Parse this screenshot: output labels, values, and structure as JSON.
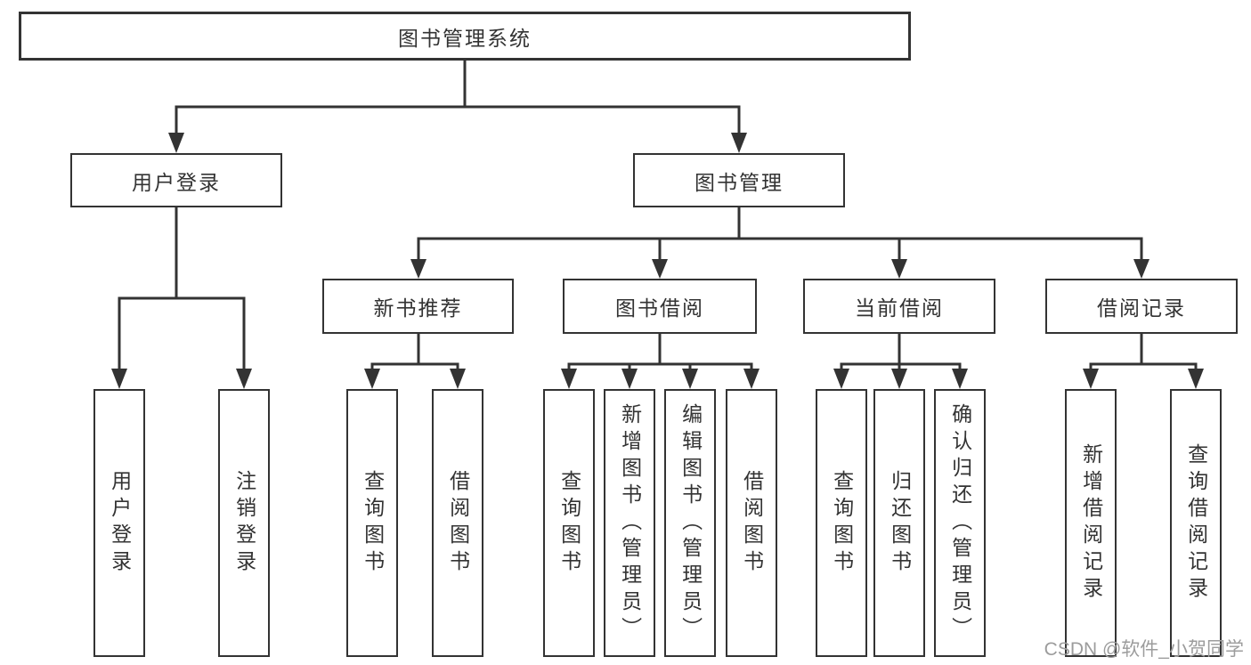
{
  "diagram": {
    "root": {
      "label": "图书管理系统"
    },
    "branches": [
      {
        "label": "用户登录",
        "children": [
          {
            "label": "用户登录"
          },
          {
            "label": "注销登录"
          }
        ]
      },
      {
        "label": "图书管理",
        "children": [
          {
            "label": "新书推荐",
            "children": [
              {
                "label": "查询图书"
              },
              {
                "label": "借阅图书"
              }
            ]
          },
          {
            "label": "图书借阅",
            "children": [
              {
                "label": "查询图书"
              },
              {
                "label": "新增图书（管理员）"
              },
              {
                "label": "编辑图书（管理员）"
              },
              {
                "label": "借阅图书"
              }
            ]
          },
          {
            "label": "当前借阅",
            "children": [
              {
                "label": "查询图书"
              },
              {
                "label": "归还图书"
              },
              {
                "label": "确认归还（管理员）"
              }
            ]
          },
          {
            "label": "借阅记录",
            "children": [
              {
                "label": "新增借阅记录"
              },
              {
                "label": "查询借阅记录"
              }
            ]
          }
        ]
      }
    ]
  },
  "watermark": {
    "text": "CSDN @软件_小贺同学"
  },
  "colors": {
    "line": "#333333",
    "text": "#333333",
    "box_background": "#ffffff",
    "watermark": "#9c9c9c",
    "background": "#ffffff"
  }
}
